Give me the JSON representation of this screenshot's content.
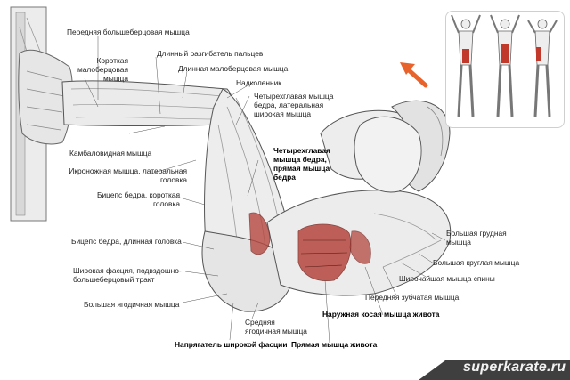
{
  "labels": {
    "tibialis_anterior": "Передняя большеберцовая мышца",
    "peroneus_brevis": "Короткая\nмалоберцовая\nмышца",
    "ext_digitorum_longus": "Длинный разгибатель пальцев",
    "peroneus_longus": "Длинная малоберцовая мышца",
    "patella": "Надколенник",
    "vastus_lateralis": "Четырехглавая мышца\nбедра, латеральная\nширокая мышца",
    "rectus_femoris": "Четырехглавая\nмышца бедра,\nпрямая мышца\nбедра",
    "soleus": "Камбаловидная мышца",
    "gastrocnemius_lateral": "Икроножная мышца, латеральная\nголовка",
    "biceps_short": "Бицепс бедра, короткая\nголовка",
    "biceps_long": "Бицепс бедра, длинная головка",
    "it_tract": "Широкая фасция, подвздошно-\nбольшеберцовый тракт",
    "gluteus_maximus": "Большая ягодичная мышца",
    "gluteus_medius": "Средняя\nягодичная мышца",
    "tensor_fasciae": "Напрягатель широкой фасции",
    "rectus_abdominis": "Прямая мышца живота",
    "external_oblique": "Наружная косая мышца живота",
    "serratus_anterior": "Передняя зубчатая мышца",
    "latissimus_dorsi": "Широчайшая мышца спины",
    "teres_major": "Большая круглая мышца",
    "pectoralis_major": "Большая грудная\nмышца"
  },
  "watermark": "superkarate.ru",
  "colors": {
    "muscle_highlight": "#b5473f",
    "arrow": "#e8622c",
    "line": "#555555"
  }
}
